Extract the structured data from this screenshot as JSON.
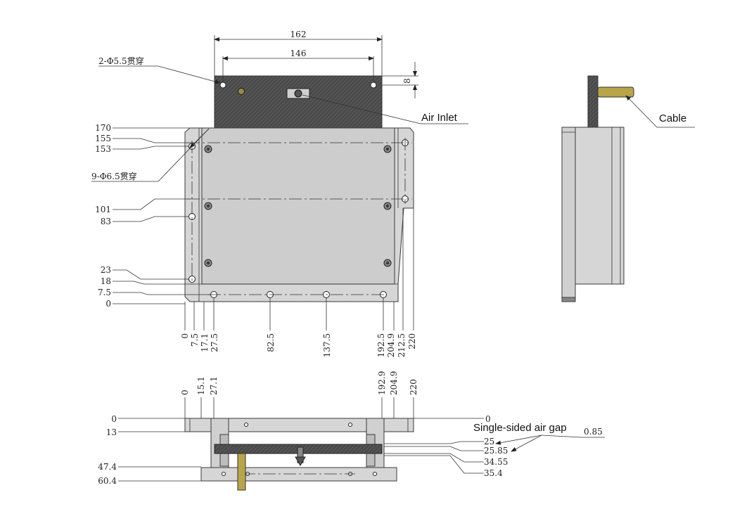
{
  "top_view": {
    "dim_162": "162",
    "dim_146": "146",
    "dim_8": "8",
    "hole_2": "2-Φ5.5贯穿",
    "hole_9": "9-Φ6.5贯穿",
    "air_inlet": "Air Inlet",
    "left_dims": [
      "170",
      "155",
      "153",
      "101",
      "83",
      "23",
      "18",
      "7.5",
      "0"
    ],
    "bottom_dims": [
      "0",
      "7.5",
      "17.1",
      "27.5",
      "82.5",
      "137.5",
      "192.5",
      "204.9",
      "212.5",
      "220"
    ]
  },
  "side_view": {
    "cable": "Cable"
  },
  "front_view": {
    "top_dims": [
      "0",
      "15.1",
      "27.1",
      "192.9",
      "204.9",
      "220"
    ],
    "left_dims": [
      "0",
      "13",
      "47.4",
      "60.4"
    ],
    "right_zero": "0",
    "right_dims": [
      "25",
      "25.85",
      "34.55",
      "35.4"
    ],
    "air_gap_label": "Single-sided air gap",
    "air_gap_value": "0.85"
  },
  "colors": {
    "plate": "#d6d6d6",
    "plate_dark": "#c4c4c4",
    "coil": "#4a4a4a",
    "cable": "#b8a54a",
    "outline": "#3a3a3a"
  }
}
